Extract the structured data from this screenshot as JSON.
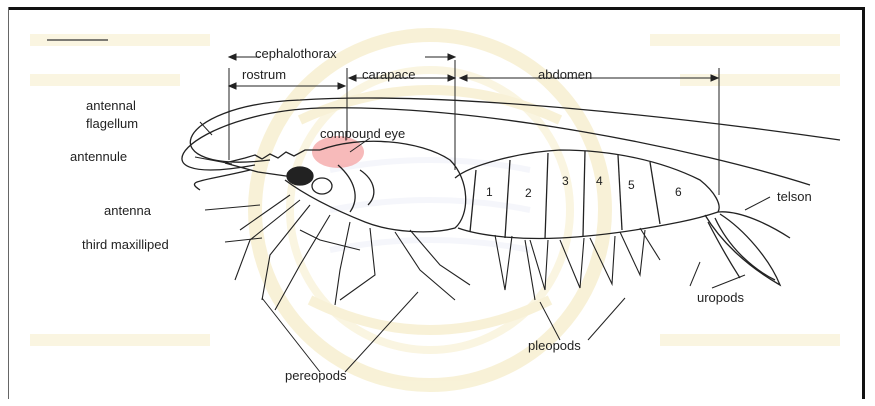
{
  "labels": {
    "cephalothorax": "cephalothorax",
    "rostrum": "rostrum",
    "carapace": "carapace",
    "abdomen": "abdomen",
    "antennal_flagellum_line1": "antennal",
    "antennal_flagellum_line2": "flagellum",
    "compound_eye": "compound eye",
    "antennule": "antennule",
    "antenna": "antenna",
    "third_maxilliped": "third maxilliped",
    "telson": "telson",
    "uropods": "uropods",
    "pleopods": "pleopods",
    "pereopods": "pereopods"
  },
  "segments": [
    "1",
    "2",
    "3",
    "4",
    "5",
    "6"
  ],
  "colors": {
    "ink": "#222222",
    "background": "#ffffff",
    "eye_highlight": "#f4a3a3",
    "watermark": "#f3e7b8"
  }
}
